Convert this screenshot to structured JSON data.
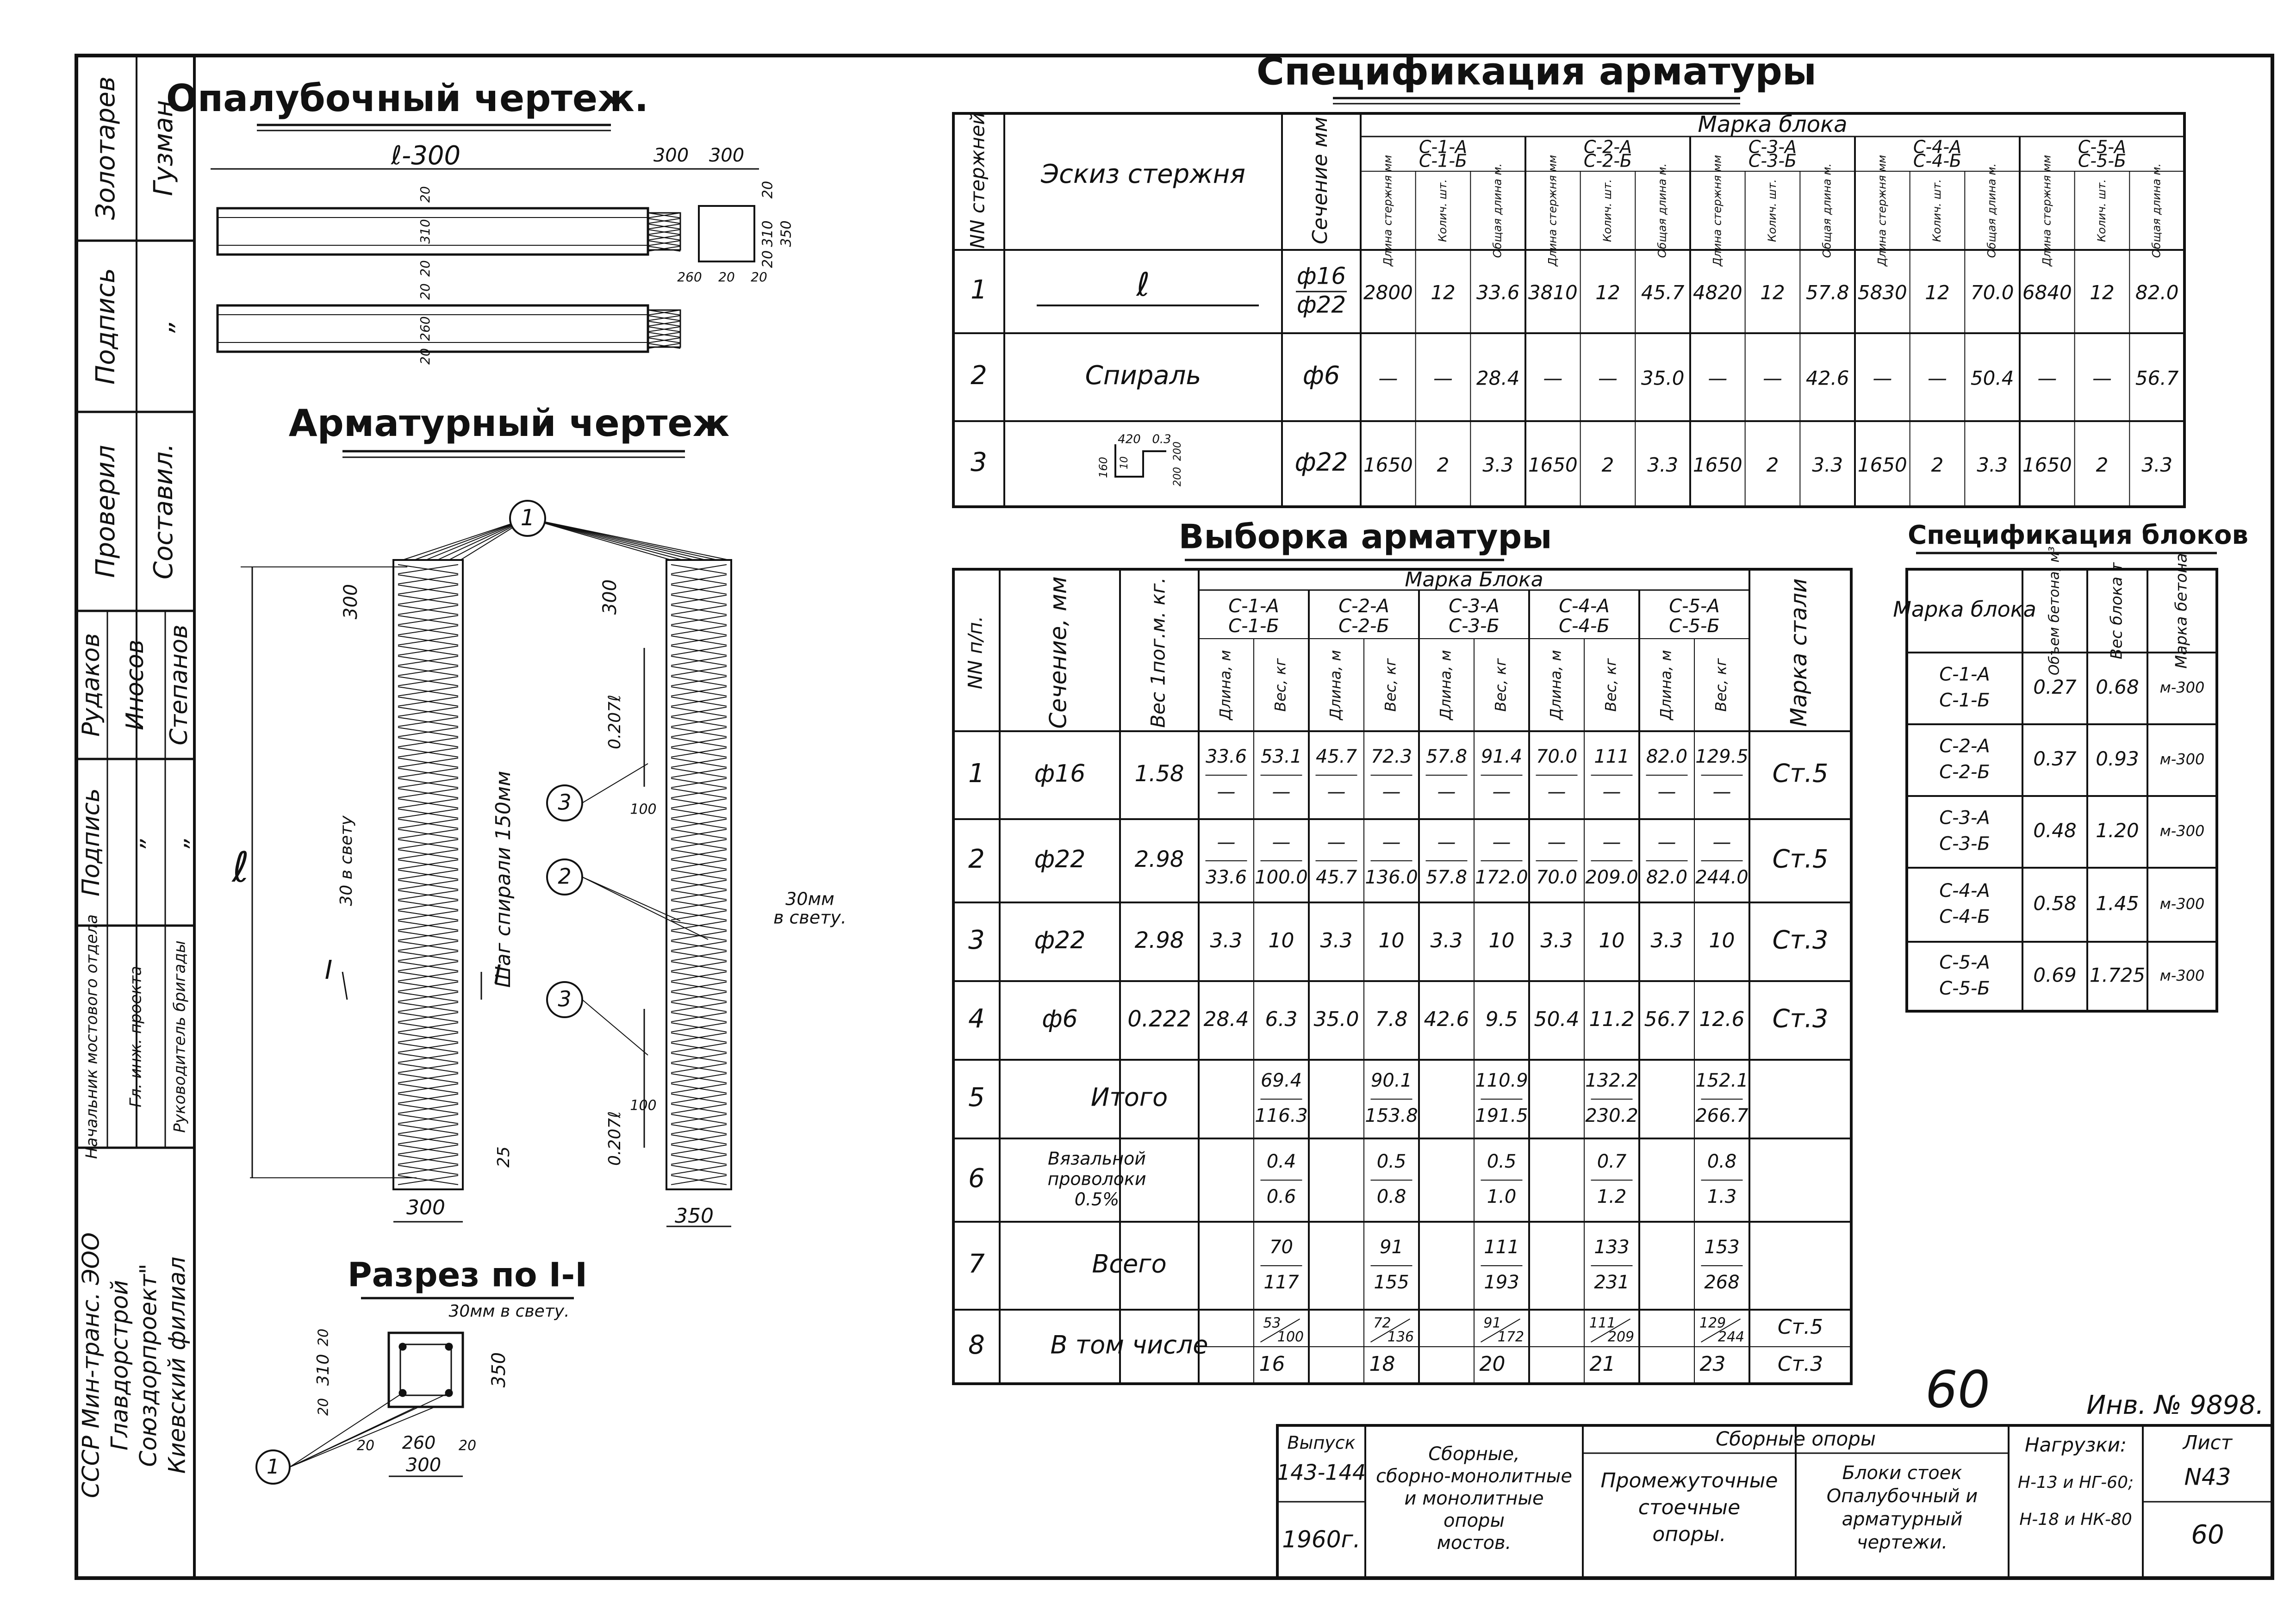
{
  "title_block_side": {
    "rows": [
      [
        "Золотарев",
        "Гузман"
      ],
      [
        "Подпись",
        "„"
      ],
      [
        "Проверил",
        "Составил."
      ],
      [
        "Рудаков",
        "Иносов",
        "Степанов"
      ],
      [
        "Подпись",
        "„",
        "„"
      ],
      [
        "Начальник мостового отдела",
        "Гл. инж. проекта",
        "Руководитель бригады"
      ]
    ],
    "org": [
      "СССР Мин-транс. ЭОО",
      "Главдорстрой",
      "Союздорпроект\"",
      "Киевский филиал"
    ]
  },
  "formwork": {
    "title": "Опалубочный чертеж.",
    "dims": [
      "ℓ-300",
      "300",
      "300",
      "20",
      "310",
      "20",
      "310",
      "350",
      "20",
      "260",
      "20",
      "20",
      "260",
      "20"
    ]
  },
  "reinforcement": {
    "title": "Арматурный чертеж",
    "dims": [
      "300",
      "ℓ",
      "30 в свету",
      "Шаг спирали 150мм",
      "25",
      "300",
      "300",
      "0.207ℓ",
      "100",
      "100",
      "0.207ℓ",
      "350",
      "30мм в свету."
    ],
    "callouts": [
      "1",
      "2",
      "3",
      "3"
    ],
    "section_marks": [
      "I",
      "I"
    ]
  },
  "section": {
    "title": "Разрез по I-I",
    "note": "30мм в свету.",
    "dims": [
      "20",
      "310",
      "20",
      "350",
      "20",
      "260",
      "20",
      "300"
    ],
    "callout": "1"
  },
  "spec": {
    "title": "Спецификация арматуры",
    "col_nn": "NN стержней",
    "col_sketch": "Эскиз стержня",
    "col_section": "Сечение мм",
    "col_group": "Марка блока",
    "marks": [
      [
        "С-1-А",
        "С-1-Б"
      ],
      [
        "С-2-А",
        "С-2-Б"
      ],
      [
        "С-3-А",
        "С-3-Б"
      ],
      [
        "С-4-А",
        "С-4-Б"
      ],
      [
        "С-5-А",
        "С-5-Б"
      ]
    ],
    "subcols": [
      "Длина стержня мм",
      "Колич. шт.",
      "Общая длина м."
    ],
    "rows": [
      {
        "n": "1",
        "sketch": "ℓ",
        "section": "ф16 / ф22",
        "vals": [
          "2800",
          "12",
          "33.6",
          "3810",
          "12",
          "45.7",
          "4820",
          "12",
          "57.8",
          "5830",
          "12",
          "70.0",
          "6840",
          "12",
          "82.0"
        ]
      },
      {
        "n": "2",
        "sketch": "Спираль",
        "section": "ф6",
        "vals": [
          "—",
          "—",
          "28.4",
          "—",
          "—",
          "35.0",
          "—",
          "—",
          "42.6",
          "—",
          "—",
          "50.4",
          "—",
          "—",
          "56.7"
        ]
      },
      {
        "n": "3",
        "sketch": "",
        "section": "ф22",
        "vals": [
          "1650",
          "2",
          "3.3",
          "1650",
          "2",
          "3.3",
          "1650",
          "2",
          "3.3",
          "1650",
          "2",
          "3.3",
          "1650",
          "2",
          "3.3"
        ]
      }
    ],
    "hook_dims": [
      "420",
      "0.3",
      "200",
      "160",
      "200",
      "10"
    ]
  },
  "vyborka": {
    "title": "Выборка арматуры",
    "col_nn": "NN п/п.",
    "col_section": "Сечение, мм",
    "col_weight": "Вес 1пог.м. кг.",
    "col_group": "Марка Блока",
    "col_steel": "Марка стали",
    "marks": [
      [
        "С-1-А",
        "С-1-Б"
      ],
      [
        "С-2-А",
        "С-2-Б"
      ],
      [
        "С-3-А",
        "С-3-Б"
      ],
      [
        "С-4-А",
        "С-4-Б"
      ],
      [
        "С-5-А",
        "С-5-Б"
      ]
    ],
    "subcols": [
      "Длина, м",
      "Вес, кг"
    ],
    "rows": [
      {
        "n": "1",
        "section": "ф16",
        "weight": "1.58",
        "cells": [
          "33.6/—",
          "53.1/—",
          "45.7/—",
          "72.3/—",
          "57.8/—",
          "91.4/—",
          "70.0/—",
          "111/—",
          "82.0/—",
          "129.5/—"
        ],
        "steel": "Ст.5"
      },
      {
        "n": "2",
        "section": "ф22",
        "weight": "2.98",
        "cells": [
          "—/33.6",
          "—/100.0",
          "—/45.7",
          "—/136.0",
          "—/57.8",
          "—/172.0",
          "—/70.0",
          "—/209.0",
          "—/82.0",
          "—/244.0"
        ],
        "steel": "Ст.5"
      },
      {
        "n": "3",
        "section": "ф22",
        "weight": "2.98",
        "cells": [
          "3.3",
          "10",
          "3.3",
          "10",
          "3.3",
          "10",
          "3.3",
          "10",
          "3.3",
          "10"
        ],
        "steel": "Ст.3"
      },
      {
        "n": "4",
        "section": "ф6",
        "weight": "0.222",
        "cells": [
          "28.4",
          "6.3",
          "35.0",
          "7.8",
          "42.6",
          "9.5",
          "50.4",
          "11.2",
          "56.7",
          "12.6"
        ],
        "steel": "Ст.3"
      },
      {
        "n": "5",
        "section": "Итого",
        "weight": "",
        "cells": [
          "",
          "69.4/116.3",
          "",
          "90.1/153.8",
          "",
          "110.9/191.5",
          "",
          "132.2/230.2",
          "",
          "152.1/266.7"
        ],
        "steel": ""
      },
      {
        "n": "6",
        "section": "Вязальной проволоки 0.5%",
        "weight": "",
        "cells": [
          "",
          "0.4/0.6",
          "",
          "0.5/0.8",
          "",
          "0.5/1.0",
          "",
          "0.7/1.2",
          "",
          "0.8/1.3"
        ],
        "steel": ""
      },
      {
        "n": "7",
        "section": "Всего",
        "weight": "",
        "cells": [
          "",
          "70/117",
          "",
          "91/155",
          "",
          "111/193",
          "",
          "133/231",
          "",
          "153/268"
        ],
        "steel": ""
      },
      {
        "n": "8",
        "section": "В том числе",
        "weight": "",
        "cells": [
          "",
          "53/100 | 16",
          "",
          "72/136 | 18",
          "",
          "91/172 | 20",
          "",
          "111/209 | 21",
          "",
          "129/244 | 23"
        ],
        "steel": "Ст.5 | Ст.3"
      }
    ]
  },
  "blocks": {
    "title": "Спецификация блоков",
    "headers": [
      "Марка блока",
      "Объем бетона, м³",
      "Вес блока т",
      "Марка бетона"
    ],
    "rows": [
      [
        "С-1-А С-1-Б",
        "0.27",
        "0.68",
        "м-300"
      ],
      [
        "С-2-А С-2-Б",
        "0.37",
        "0.93",
        "м-300"
      ],
      [
        "С-3-А С-3-Б",
        "0.48",
        "1.20",
        "м-300"
      ],
      [
        "С-4-А С-4-Б",
        "0.58",
        "1.45",
        "м-300"
      ],
      [
        "С-5-А С-5-Б",
        "0.69",
        "1.725",
        "м-300"
      ]
    ]
  },
  "page_number": "60",
  "inv": "Инв. № 9898.",
  "stamp": {
    "issue_label": "Выпуск",
    "issue": "143-144",
    "year": "1960г.",
    "work": "Сборные, сборно-монолитные и монолитные опоры мостов.",
    "series": "Сборные опоры",
    "kind": "Промежуточные стоечные опоры.",
    "sheet_title": "Блоки стоек Опалубочный и арматурный чертежи.",
    "loads_label": "Нагрузки:",
    "loads": [
      "Н-13 и НГ-60;",
      "Н-18 и НК-80"
    ],
    "sheet_label": "Лист",
    "sheet_no": "N43",
    "sheet_extra": "60"
  }
}
